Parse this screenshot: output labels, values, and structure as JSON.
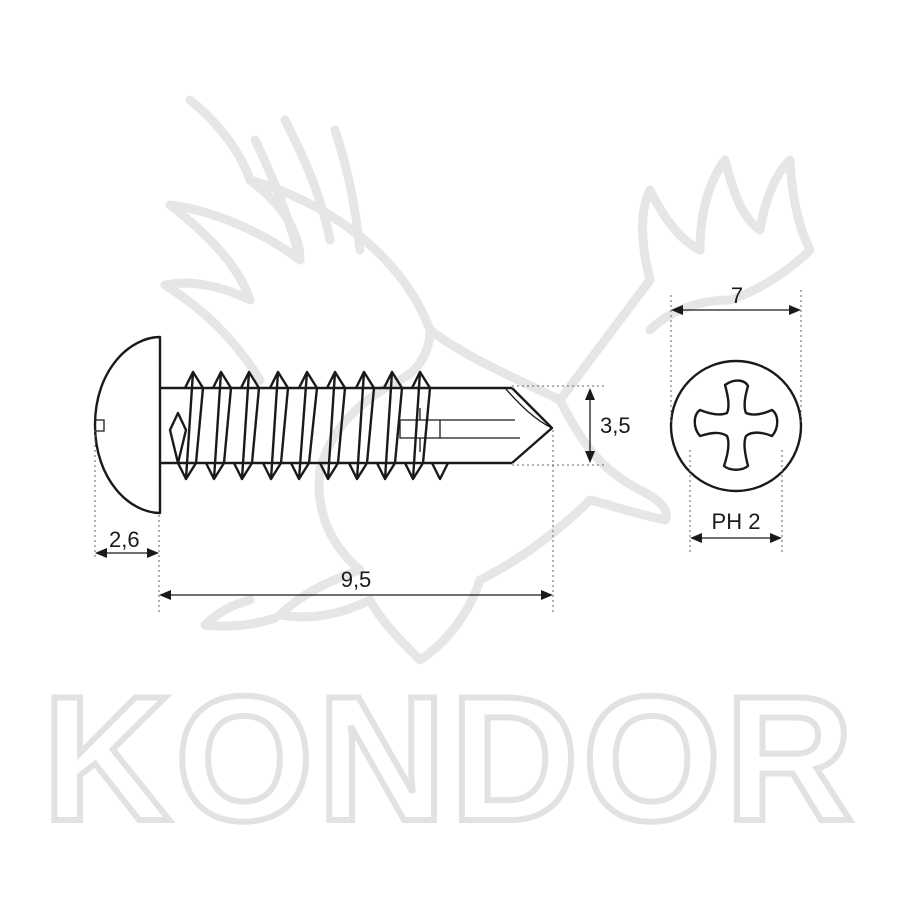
{
  "watermark": {
    "brand_text": "KONDOR",
    "logo_icon": "eagle-icon",
    "color": "#e2e2e2"
  },
  "drawing": {
    "line_color": "#1a1a1a",
    "side_view": {
      "head_height_label": "2,6",
      "length_label": "9,5",
      "thread_diameter_label": "3,5"
    },
    "top_view": {
      "head_diameter_label": "7",
      "drive_label": "PH 2",
      "drive_icon": "phillips-cross-icon"
    }
  }
}
